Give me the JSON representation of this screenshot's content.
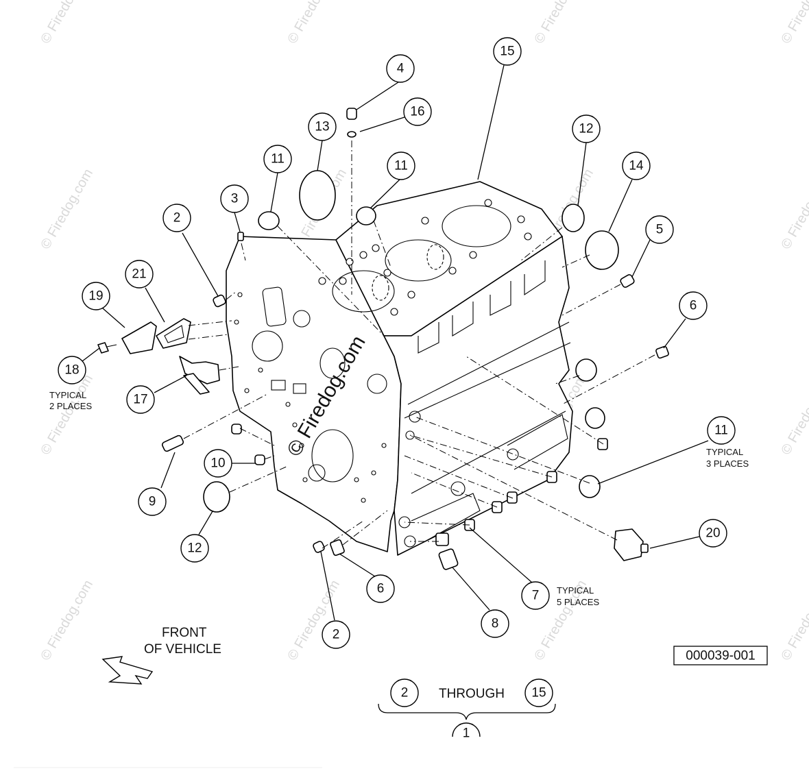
{
  "callouts": [
    {
      "num": "1"
    },
    {
      "num": "2"
    },
    {
      "num": "2"
    },
    {
      "num": "2"
    },
    {
      "num": "3"
    },
    {
      "num": "4"
    },
    {
      "num": "5"
    },
    {
      "num": "6"
    },
    {
      "num": "6"
    },
    {
      "num": "7"
    },
    {
      "num": "8"
    },
    {
      "num": "9"
    },
    {
      "num": "10"
    },
    {
      "num": "11"
    },
    {
      "num": "11"
    },
    {
      "num": "11"
    },
    {
      "num": "12"
    },
    {
      "num": "12"
    },
    {
      "num": "13"
    },
    {
      "num": "14"
    },
    {
      "num": "15"
    },
    {
      "num": "15"
    },
    {
      "num": "16"
    },
    {
      "num": "17"
    },
    {
      "num": "18"
    },
    {
      "num": "19"
    },
    {
      "num": "20"
    },
    {
      "num": "21"
    }
  ],
  "notes": {
    "typical_2_line1": "TYPICAL",
    "typical_2_line2": "2 PLACES",
    "typical_3_line1": "TYPICAL",
    "typical_3_line2": "3 PLACES",
    "typical_5_line1": "TYPICAL",
    "typical_5_line2": "5 PLACES"
  },
  "front_label": {
    "line1": "FRONT",
    "line2": "OF VEHICLE"
  },
  "through_label": "THROUGH",
  "figure_id": "000039-001",
  "watermark": {
    "small": "© Firedog.com",
    "large": "© Firedog.com"
  }
}
